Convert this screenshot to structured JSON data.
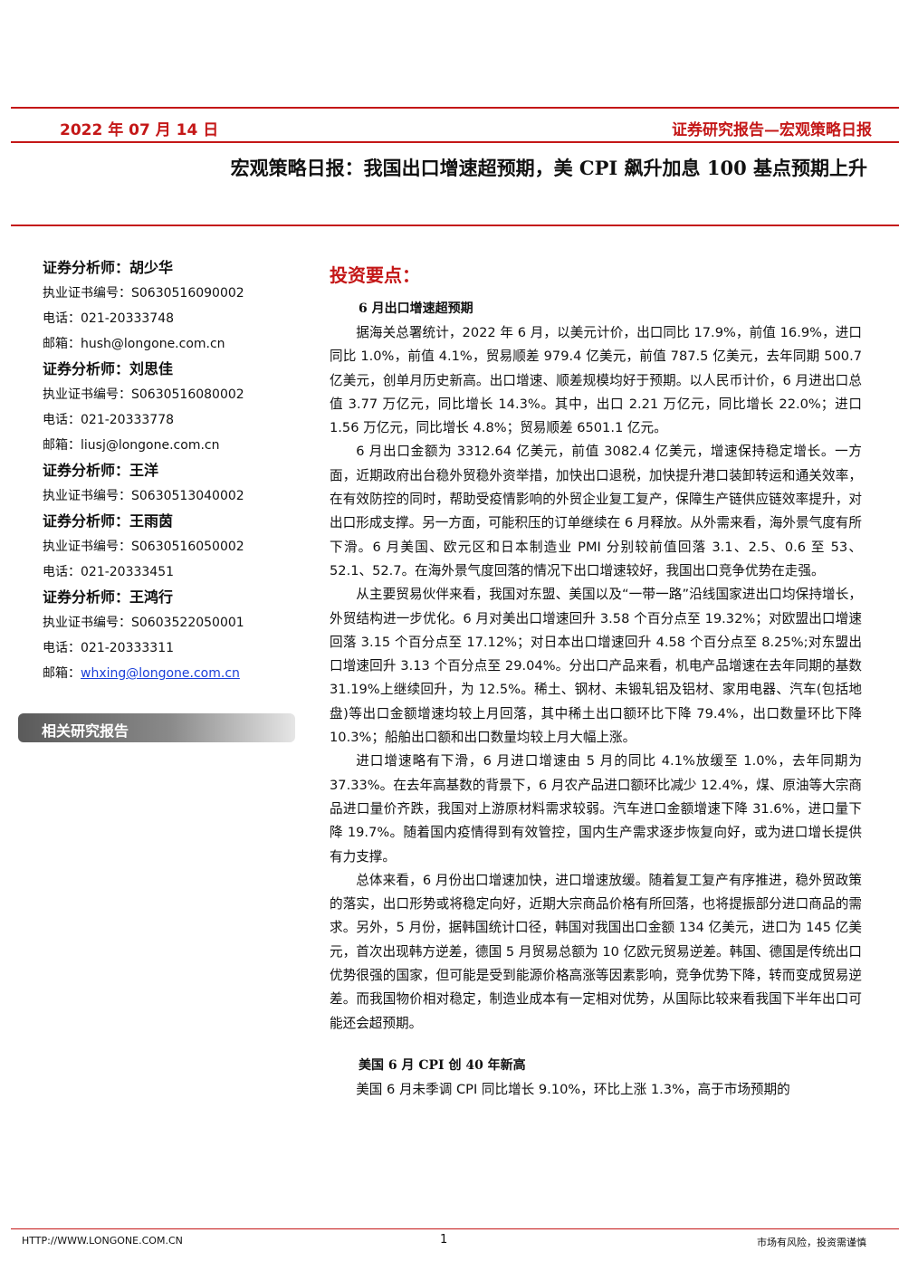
{
  "header": {
    "date": "2022 年 07 月 14 日",
    "report_type": "证券研究报告—宏观策略日报"
  },
  "title": "宏观策略日报：我国出口增速超预期，美 CPI 飙升加息 100 基点预期上升",
  "analysts": [
    {
      "name": "证券分析师：胡少华",
      "cert": "执业证书编号：S0630516090002",
      "phone": "电话：021-20333748",
      "email": "邮箱：hush@longone.com.cn"
    },
    {
      "name": "证券分析师：刘思佳",
      "cert": "执业证书编号：S0630516080002",
      "phone": "电话：021-20333778",
      "email": "邮箱：liusj@longone.com.cn"
    },
    {
      "name": "证券分析师：王洋",
      "cert": "执业证书编号：S0630513040002"
    },
    {
      "name": "证券分析师：王雨茵",
      "cert": "执业证书编号：S0630516050002",
      "phone": "电话：021-20333451"
    },
    {
      "name": "证券分析师：王鸿行",
      "cert": "执业证书编号：S0603522050001",
      "phone": "电话：021-20333311",
      "email_label": "邮箱：",
      "email_link": "whxing@longone.com.cn"
    }
  ],
  "related": {
    "label": "相关研究报告"
  },
  "main": {
    "section_title": "投资要点：",
    "heading1": "6 月出口增速超预期",
    "paragraphs1": [
      "据海关总署统计，2022 年 6 月，以美元计价，出口同比 17.9%，前值 16.9%，进口同比 1.0%，前值 4.1%，贸易顺差 979.4 亿美元，前值 787.5 亿美元，去年同期 500.7 亿美元，创单月历史新高。出口增速、顺差规模均好于预期。以人民币计价，6 月进出口总值 3.77 万亿元，同比增长 14.3%。其中，出口 2.21 万亿元，同比增长 22.0%；进口 1.56 万亿元，同比增长 4.8%；贸易顺差 6501.1 亿元。",
      "6 月出口金额为 3312.64 亿美元，前值 3082.4 亿美元，增速保持稳定增长。一方面，近期政府出台稳外贸稳外资举措，加快出口退税，加快提升港口装卸转运和通关效率，在有效防控的同时，帮助受疫情影响的外贸企业复工复产，保障生产链供应链效率提升，对出口形成支撑。另一方面，可能积压的订单继续在 6 月释放。从外需来看，海外景气度有所下滑。6 月美国、欧元区和日本制造业 PMI 分别较前值回落 3.1、2.5、0.6 至 53、52.1、52.7。在海外景气度回落的情况下出口增速较好，我国出口竞争优势在走强。",
      "从主要贸易伙伴来看，我国对东盟、美国以及“一带一路”沿线国家进出口均保持增长，外贸结构进一步优化。6 月对美出口增速回升 3.58 个百分点至 19.32%；对欧盟出口增速回落 3.15 个百分点至 17.12%；对日本出口增速回升 4.58 个百分点至 8.25%;对东盟出口增速回升 3.13 个百分点至 29.04%。分出口产品来看，机电产品增速在去年同期的基数 31.19%上继续回升，为 12.5%。稀土、钢材、未锻轧铝及铝材、家用电器、汽车(包括地盘)等出口金额增速均较上月回落，其中稀土出口额环比下降 79.4%，出口数量环比下降 10.3%；船舶出口额和出口数量均较上月大幅上涨。",
      "进口增速略有下滑，6 月进口增速由 5 月的同比 4.1%放缓至 1.0%，去年同期为 37.33%。在去年高基数的背景下，6 月农产品进口额环比减少 12.4%，煤、原油等大宗商品进口量价齐跌，我国对上游原材料需求较弱。汽车进口金额增速下降 31.6%，进口量下降 19.7%。随着国内疫情得到有效管控，国内生产需求逐步恢复向好，或为进口增长提供有力支撑。",
      "总体来看，6 月份出口增速加快，进口增速放缓。随着复工复产有序推进，稳外贸政策的落实，出口形势或将稳定向好，近期大宗商品价格有所回落，也将提振部分进口商品的需求。另外，5 月份，据韩国统计口径，韩国对我国出口金额 134 亿美元，进口为 145 亿美元，首次出现韩方逆差，德国 5 月贸易总额为 10 亿欧元贸易逆差。韩国、德国是传统出口优势很强的国家，但可能是受到能源价格高涨等因素影响，竞争优势下降，转而变成贸易逆差。而我国物价相对稳定，制造业成本有一定相对优势，从国际比较来看我国下半年出口可能还会超预期。"
    ],
    "heading2": "美国 6 月 CPI 创 40 年新高",
    "paragraphs2": [
      "美国 6 月未季调 CPI 同比增长 9.10%，环比上涨 1.3%，高于市场预期的"
    ]
  },
  "footer": {
    "url": "HTTP://WWW.LONGONE.COM.CN",
    "page": "1",
    "warning": "市场有风险，投资需谨慎"
  }
}
